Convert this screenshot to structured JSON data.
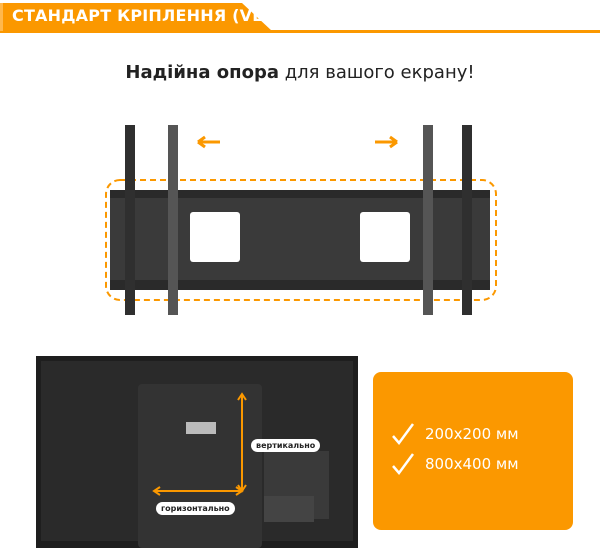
{
  "header": {
    "title": "СТАНДАРТ КРІПЛЕННЯ (VESA)"
  },
  "subtitle": {
    "bold": "Надійна опора",
    "rest": " для вашого екрану!"
  },
  "tv_labels": {
    "vertical": "вертикально",
    "horizontal": "горизонтально"
  },
  "specs": [
    {
      "icon": "check-icon",
      "text": "200x200 мм"
    },
    {
      "icon": "check-icon",
      "text": "800x400 мм"
    }
  ],
  "colors": {
    "accent": "#fb9800",
    "dark": "#2b2b2b"
  }
}
